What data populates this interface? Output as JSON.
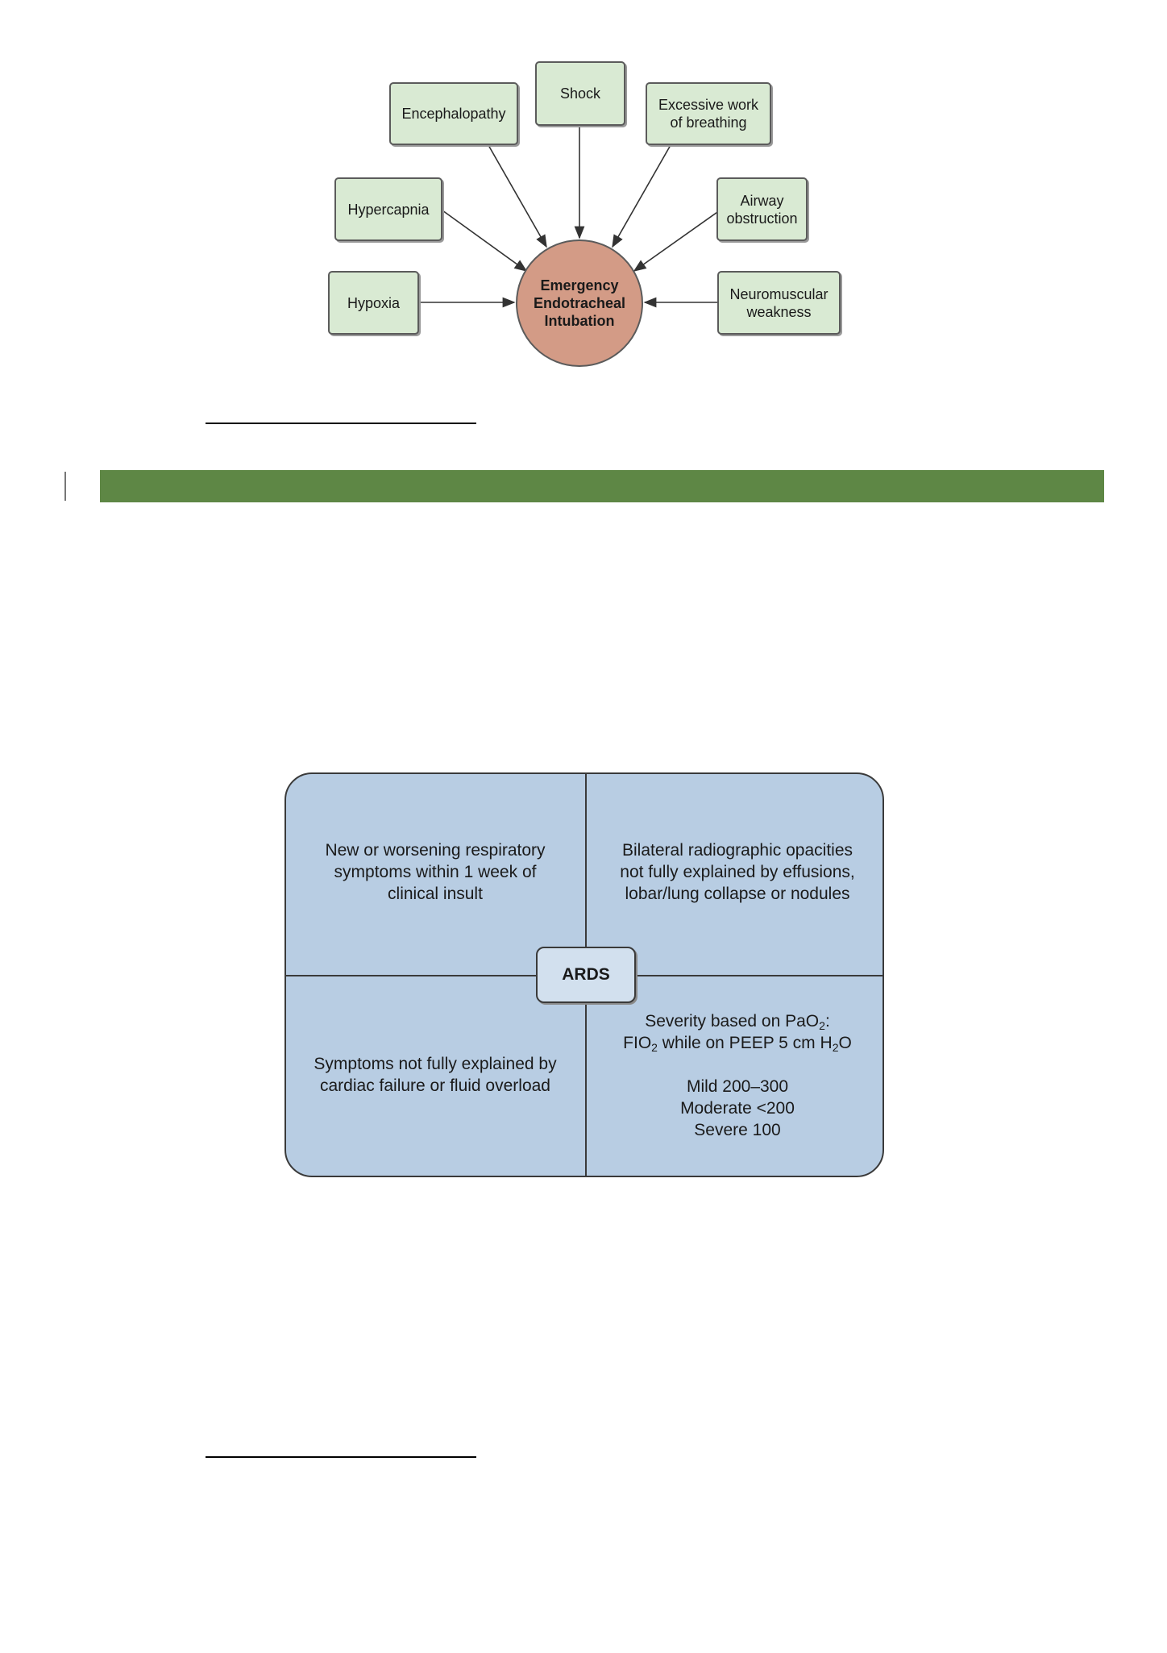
{
  "figure1": {
    "hub": [
      "Emergency",
      "Endotracheal",
      "Intubation"
    ],
    "nodes": {
      "shock": [
        "Shock"
      ],
      "encephalopathy": [
        "Encephalopathy"
      ],
      "excessive_work": [
        "Excessive work",
        "of breathing"
      ],
      "hypercapnia": [
        "Hypercapnia"
      ],
      "airway": [
        "Airway",
        "obstruction"
      ],
      "hypoxia": [
        "Hypoxia"
      ],
      "neuromuscular": [
        "Neuromuscular",
        "weakness"
      ]
    },
    "colors": {
      "node_fill": "#d9ead3",
      "hub_fill": "#d39b86",
      "section_bar": "#5e8745"
    }
  },
  "ards": {
    "center": "ARDS",
    "top_left": [
      "New or worsening respiratory",
      "symptoms within 1 week of",
      "clinical insult"
    ],
    "top_right": [
      "Bilateral radiographic opacities",
      "not fully explained by effusions,",
      "lobar/lung collapse or nodules"
    ],
    "bottom_left": [
      "Symptoms not fully explained by",
      "cardiac failure or fluid overload"
    ],
    "bottom_right": {
      "severity_prefix": "Severity based on PaO",
      "sub_2": "2",
      "severity_suffix": ":",
      "fio_prefix": "FIO",
      "fio_mid": " while on PEEP  5 cm H",
      "fio_end": "O",
      "mild": "Mild 200–300",
      "moderate": "Moderate <200",
      "severe": "Severe  100"
    },
    "colors": {
      "fill": "#b8cde3",
      "center_fill": "#d2e0ee"
    }
  }
}
